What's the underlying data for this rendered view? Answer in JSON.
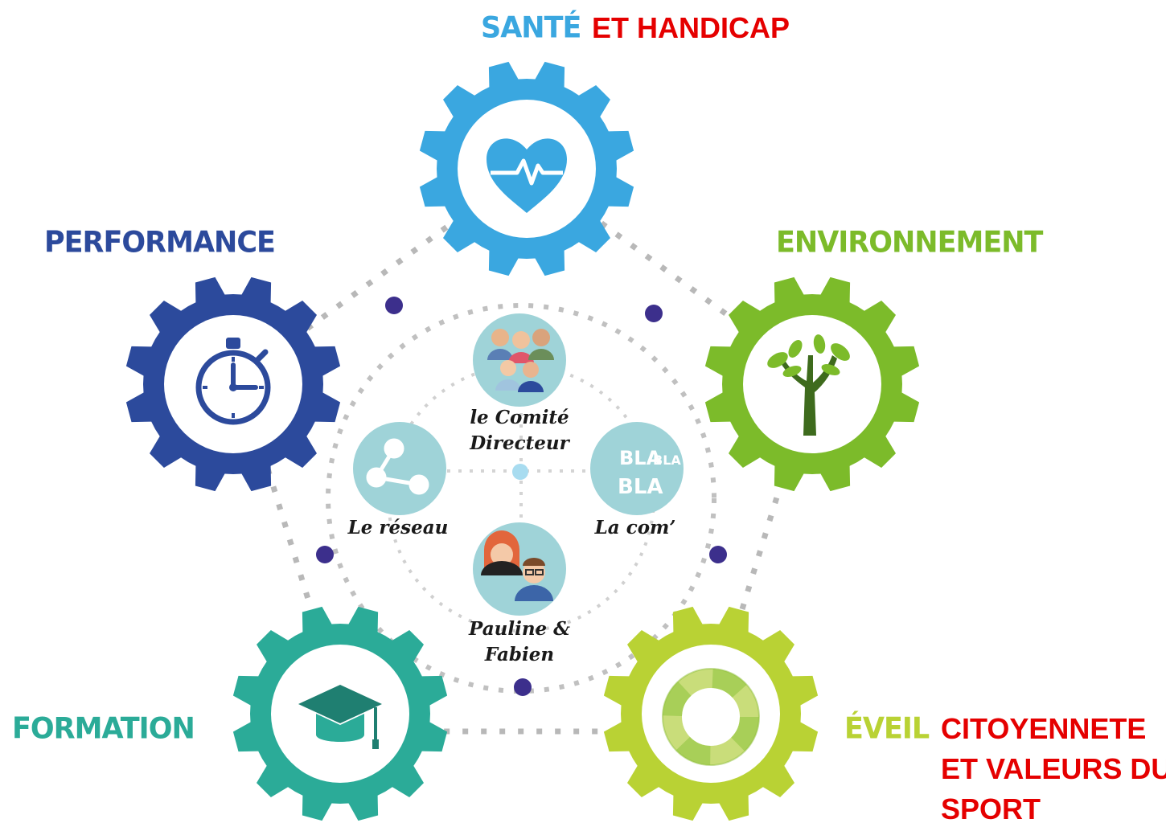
{
  "categories": {
    "sante": {
      "label": "SANTÉ",
      "color": "#3aa7e0"
    },
    "performance": {
      "label": "PERFORMANCE",
      "color": "#2c4a9c"
    },
    "environnement": {
      "label": "ENVIRONNEMENT",
      "color": "#7cbb2a"
    },
    "formation": {
      "label": "FORMATION",
      "color": "#2bab98"
    },
    "eveil": {
      "label": "ÉVEIL",
      "color": "#b9d234"
    }
  },
  "annotations": {
    "sante_suffix": "ET HANDICAP",
    "eveil_suffix_line1": "CITOYENNETE",
    "eveil_suffix_line2": "ET VALEURS DU",
    "eveil_suffix_line3": "SPORT"
  },
  "hubs": {
    "comite": {
      "line1": "le Comité",
      "line2": "Directeur",
      "icon": "people-group-icon"
    },
    "reseau": {
      "line1": "Le réseau",
      "icon": "share-network-icon"
    },
    "com": {
      "line1": "La com’",
      "icon": "bla-bla-icon",
      "icon_text1": "BLA",
      "icon_text2": "BLA",
      "icon_text3": "BLA"
    },
    "pauline": {
      "line1": "Pauline &",
      "line2": "Fabien",
      "icon": "two-people-icon"
    }
  },
  "icons": {
    "sante": "heart-pulse-icon",
    "performance": "stopwatch-icon",
    "environnement": "tree-icon",
    "formation": "graduation-cap-icon",
    "eveil": "lifebuoy-icon"
  },
  "colors": {
    "dots": "#b8b8b8",
    "nodes": "#3c2f8c",
    "hub_circle": "#9fd3d8",
    "annotation": "#e50000"
  }
}
